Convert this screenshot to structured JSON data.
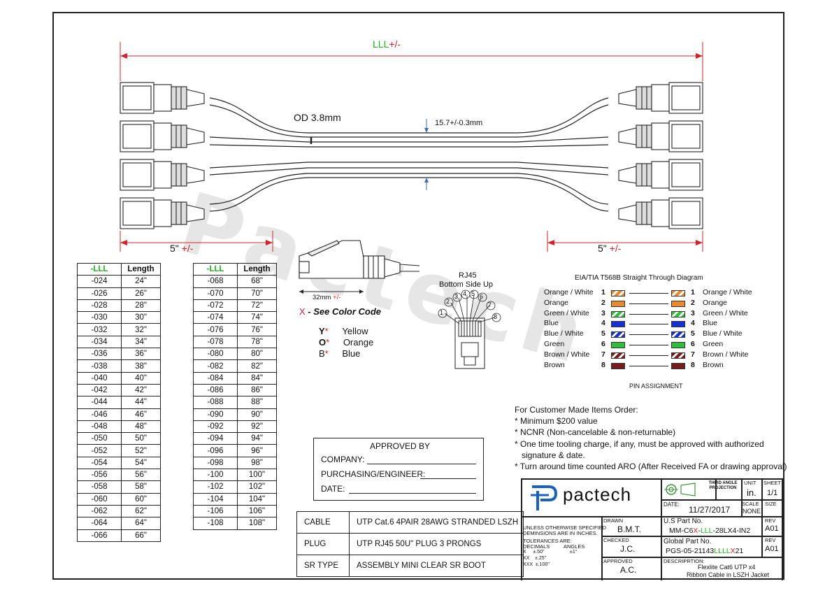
{
  "dimensions": {
    "overall_length": "LLL",
    "overall_tol": "+/-",
    "od": "OD 3.8mm",
    "width": "15.7+/-0.3mm",
    "left_breakout": "5\"",
    "left_breakout_tol": "+/-",
    "right_breakout": "5\"",
    "right_breakout_tol": "+/-",
    "plug_len": "32mm",
    "plug_len_tol": "+/-"
  },
  "length_table_left": {
    "headers": [
      "-LLL",
      "Length"
    ],
    "rows": [
      [
        "-024",
        "24\""
      ],
      [
        "-026",
        "26\""
      ],
      [
        "-028",
        "28\""
      ],
      [
        "-030",
        "30\""
      ],
      [
        "-032",
        "32\""
      ],
      [
        "-034",
        "34\""
      ],
      [
        "-036",
        "36\""
      ],
      [
        "-038",
        "38\""
      ],
      [
        "-040",
        "40\""
      ],
      [
        "-042",
        "42\""
      ],
      [
        "-044",
        "44\""
      ],
      [
        "-046",
        "46\""
      ],
      [
        "-048",
        "48\""
      ],
      [
        "-050",
        "50\""
      ],
      [
        "-052",
        "52\""
      ],
      [
        "-054",
        "54\""
      ],
      [
        "-056",
        "56\""
      ],
      [
        "-058",
        "58\""
      ],
      [
        "-060",
        "60\""
      ],
      [
        "-062",
        "62\""
      ],
      [
        "-064",
        "64\""
      ],
      [
        "-066",
        "66\""
      ]
    ]
  },
  "length_table_right": {
    "headers": [
      "-LLL",
      "Length"
    ],
    "rows": [
      [
        "-068",
        "68\""
      ],
      [
        "-070",
        "70\""
      ],
      [
        "-072",
        "72\""
      ],
      [
        "-074",
        "74\""
      ],
      [
        "-076",
        "76\""
      ],
      [
        "-078",
        "78\""
      ],
      [
        "-080",
        "80\""
      ],
      [
        "-082",
        "82\""
      ],
      [
        "-084",
        "84\""
      ],
      [
        "-086",
        "86\""
      ],
      [
        "-088",
        "88\""
      ],
      [
        "-090",
        "90\""
      ],
      [
        "-092",
        "92\""
      ],
      [
        "-094",
        "94\""
      ],
      [
        "-096",
        "96\""
      ],
      [
        "-098",
        "98\""
      ],
      [
        "-100",
        "100\""
      ],
      [
        "-102",
        "102\""
      ],
      [
        "-104",
        "104\""
      ],
      [
        "-106",
        "106\""
      ],
      [
        "-108",
        "108\""
      ]
    ]
  },
  "color_code": {
    "x": "X",
    "title": "- See Color Code",
    "items": [
      {
        "code": "Y",
        "star": "*",
        "name": "Yellow"
      },
      {
        "code": "O",
        "star": "*",
        "name": "Orange"
      },
      {
        "code": "B",
        "star": "*",
        "name": "Blue"
      }
    ]
  },
  "rj45": {
    "title": "RJ45",
    "subtitle": "Bottom Side Up",
    "pins": [
      "1",
      "2",
      "3",
      "4",
      "5",
      "6",
      "7",
      "8"
    ]
  },
  "wiring": {
    "title": "EIA/TIA T568B Straight Through Diagram",
    "footer": "PIN ASSIGNMENT",
    "pins": [
      {
        "n": "1",
        "label": "Orange / White",
        "color": "#e88a2d",
        "striped": true
      },
      {
        "n": "2",
        "label": "Orange",
        "color": "#e88a2d",
        "striped": false
      },
      {
        "n": "3",
        "label": "Green / White",
        "color": "#2fbf3a",
        "striped": true
      },
      {
        "n": "4",
        "label": "Blue",
        "color": "#1530d6",
        "striped": false
      },
      {
        "n": "5",
        "label": "Blue / White",
        "color": "#1530d6",
        "striped": true
      },
      {
        "n": "6",
        "label": "Green",
        "color": "#2fbf3a",
        "striped": false
      },
      {
        "n": "7",
        "label": "Brown / White",
        "color": "#7a1c1c",
        "striped": true
      },
      {
        "n": "8",
        "label": "Brown",
        "color": "#7a1c1c",
        "striped": false
      }
    ]
  },
  "notes": [
    "For Customer Made Items Order:",
    "* Minimum $200 value",
    "* NCNR (Non-cancelable & non-returnable)",
    "* One time tooling charge, if any, must be approved with authorized",
    "   signature & date.",
    "* Turn around time counted ARO (After Received FA or drawing approval)"
  ],
  "approval": {
    "title": "APPROVED BY",
    "company": "COMPANY:",
    "purchasing": "PURCHASING/ENGINEER:",
    "date": "DATE:"
  },
  "spec": [
    {
      "label": "CABLE",
      "value": "UTP Cat.6 4PAIR 28AWG STRANDED  LSZH"
    },
    {
      "label": "PLUG",
      "value": "UTP RJ45 50U\" PLUG 3 PRONGS"
    },
    {
      "label": "SR TYPE",
      "value": "ASSEMBLY MINI CLEAR SR BOOT"
    }
  ],
  "title_block": {
    "logo": "pactech",
    "logo_mark": "PT",
    "tolerance_header": "UNLESS OTHERWISE SPECIFIED\nDEMINSIONS ARE IN INCHES.",
    "tolerances_label": "TOLERANCES ARE:",
    "decimals": "DECIMALS",
    "angles": "ANGLES",
    "tol_rows": [
      "X     ±.50\"",
      "XX    ±.25\"",
      "XXX  ±.100\""
    ],
    "angle_tol": "±1°",
    "projection": "THIRD ANGLE PROJECTION",
    "unit_label": "UNIT",
    "unit": "in.",
    "sheet_label": "SHEET",
    "sheet": "1/1",
    "date_label": "DATE:",
    "date": "11/27/2017",
    "scale_label": "SCALE",
    "scale": "NONE",
    "size_label": "SIZE",
    "drawn_label": "DRAWN",
    "drawn": "B.M.T.",
    "checked_label": "CHECKED",
    "checked": "J.C.",
    "approved_label": "APPROVED",
    "approved": "A.C.",
    "us_part_label": "U.S Part No.",
    "us_part_a": "MM-C6",
    "us_part_x": "X",
    "us_part_b": "-",
    "us_part_lll": "LLL",
    "us_part_c": "-28LX4-IN2",
    "rev_label": "REV",
    "rev": "A01",
    "global_part_label": "Global Part No.",
    "global_part_a": "PGS-05-21143",
    "global_part_lll": "LLLL",
    "global_part_x": "X",
    "global_part_b": "21",
    "rev2_label": "REV",
    "rev2": "A01",
    "description_label": "DESCRIPRTION:",
    "description_1": "Flexlite Cat6 UTP x4",
    "description_2": "Ribbon Cable in LSZH Jacket"
  },
  "watermark": "Pactech"
}
